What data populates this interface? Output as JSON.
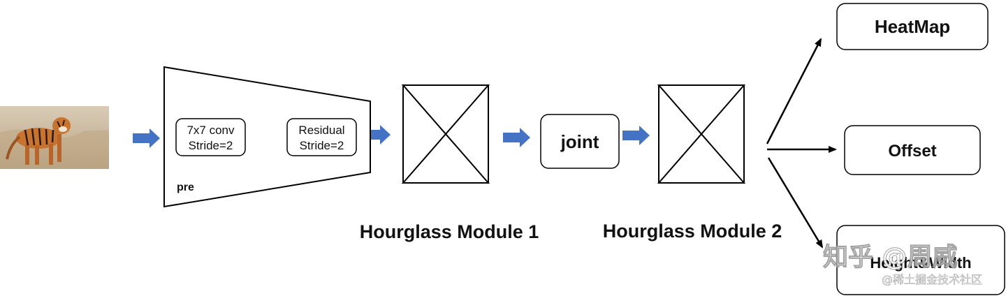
{
  "diagram": {
    "pre_block": {
      "label": "pre",
      "conv": {
        "line1": "7x7 conv",
        "line2": "Stride=2"
      },
      "residual": {
        "line1": "Residual",
        "line2": "Stride=2"
      }
    },
    "hourglass_1": {
      "label": "Hourglass Module 1"
    },
    "joint": {
      "label": "joint"
    },
    "hourglass_2": {
      "label": "Hourglass Module 2"
    },
    "outputs": {
      "heatmap": "HeatMap",
      "offset": "Offset",
      "height_width": "Height&Width"
    },
    "watermark": {
      "main": "知乎 @周威",
      "sub": "@稀土掘金技术社区"
    },
    "colors": {
      "flow_arrow": "#4472C4",
      "stroke": "#000000",
      "tiger_orange": "#C8732E",
      "grass": "#C9B8A0"
    }
  }
}
